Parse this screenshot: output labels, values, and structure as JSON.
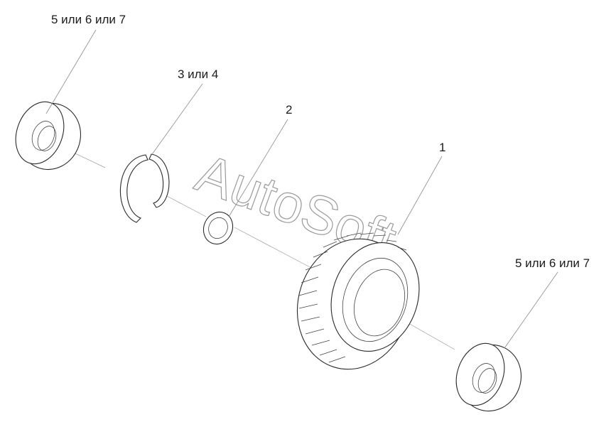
{
  "callouts": {
    "bearing_top": "5 или 6 или 7",
    "snap_ring": "3 или 4",
    "washer": "2",
    "gear": "1",
    "bearing_bottom": "5 или 6 или 7"
  },
  "watermark": "AutoSoft"
}
